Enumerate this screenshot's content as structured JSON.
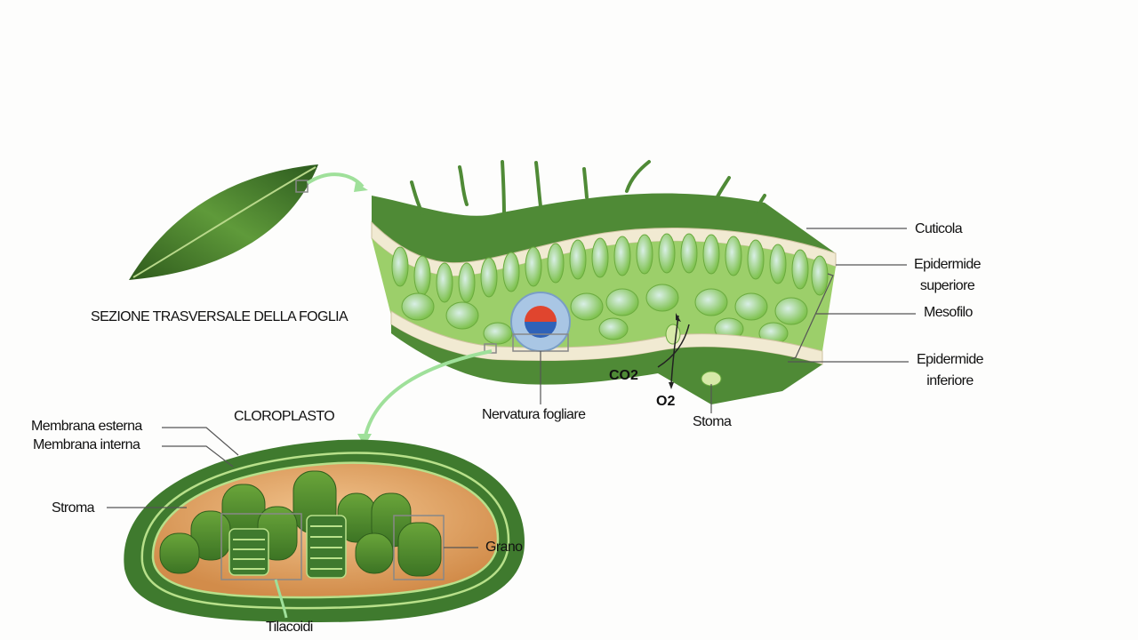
{
  "leaf_section": {
    "title": "SEZIONE TRASVERSALE DELLA FOGLIA",
    "labels": {
      "cuticle": "Cuticola",
      "upper_epidermis": [
        "Epidermide",
        "superiore"
      ],
      "mesophyll": "Mesofilo",
      "lower_epidermis": [
        "Epidermide",
        "inferiore"
      ],
      "stoma": "Stoma",
      "vein": "Nervatura fogliare",
      "co2": "CO2",
      "o2": "O2"
    }
  },
  "chloroplast": {
    "title": "CLOROPLASTO",
    "labels": {
      "outer_membrane": "Membrana esterna",
      "inner_membrane": "Membrana interna",
      "stroma": "Stroma",
      "granum": "Grano",
      "thylakoids": "Tilacoidi"
    }
  },
  "colors": {
    "leaf_dark": "#3f7a2e",
    "mesophyll": "#9ccf6a",
    "epidermis": "#f1ead2",
    "stroma": "#e0a868",
    "vein_red": "#e0452e",
    "vein_blue": "#2f62b8",
    "arrow": "#9fe09a"
  }
}
